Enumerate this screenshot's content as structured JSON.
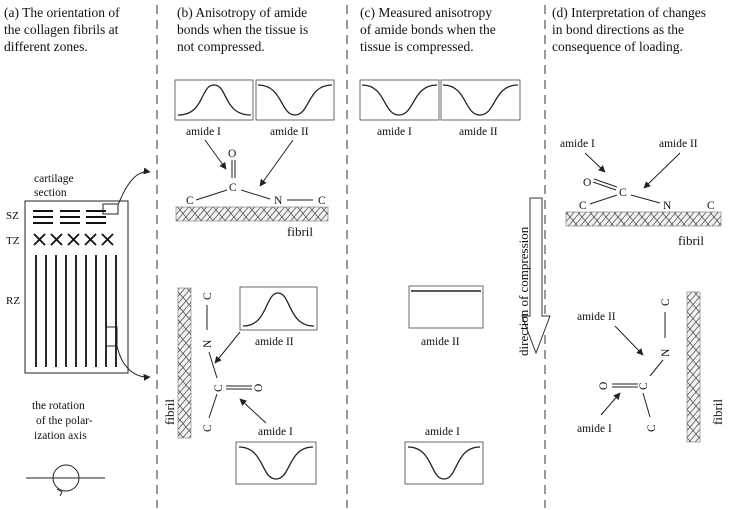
{
  "headers": {
    "a": [
      "(a) The orientation of",
      "the collagen fibrils at",
      "different zones."
    ],
    "b": [
      "(b) Anisotropy of amide",
      "bonds when the tissue is",
      "not compressed."
    ],
    "c": [
      "(c) Measured anisotropy",
      "of amide bonds when the",
      "tissue is compressed."
    ],
    "d": [
      "(d) Interpretation of changes",
      "in bond directions as the",
      "consequence of loading."
    ]
  },
  "panel_a": {
    "section_label": [
      "cartilage",
      "section"
    ],
    "zones": [
      "SZ",
      "TZ",
      "RZ"
    ],
    "rotation_label": [
      "the rotation",
      "of the polar-",
      "ization axis"
    ]
  },
  "atoms": {
    "O": "O",
    "C": "C",
    "N": "N"
  },
  "labels": {
    "amide_1": "amide I",
    "amide_2": "amide II",
    "fibril": "fibril",
    "direction": "direction of compression"
  }
}
